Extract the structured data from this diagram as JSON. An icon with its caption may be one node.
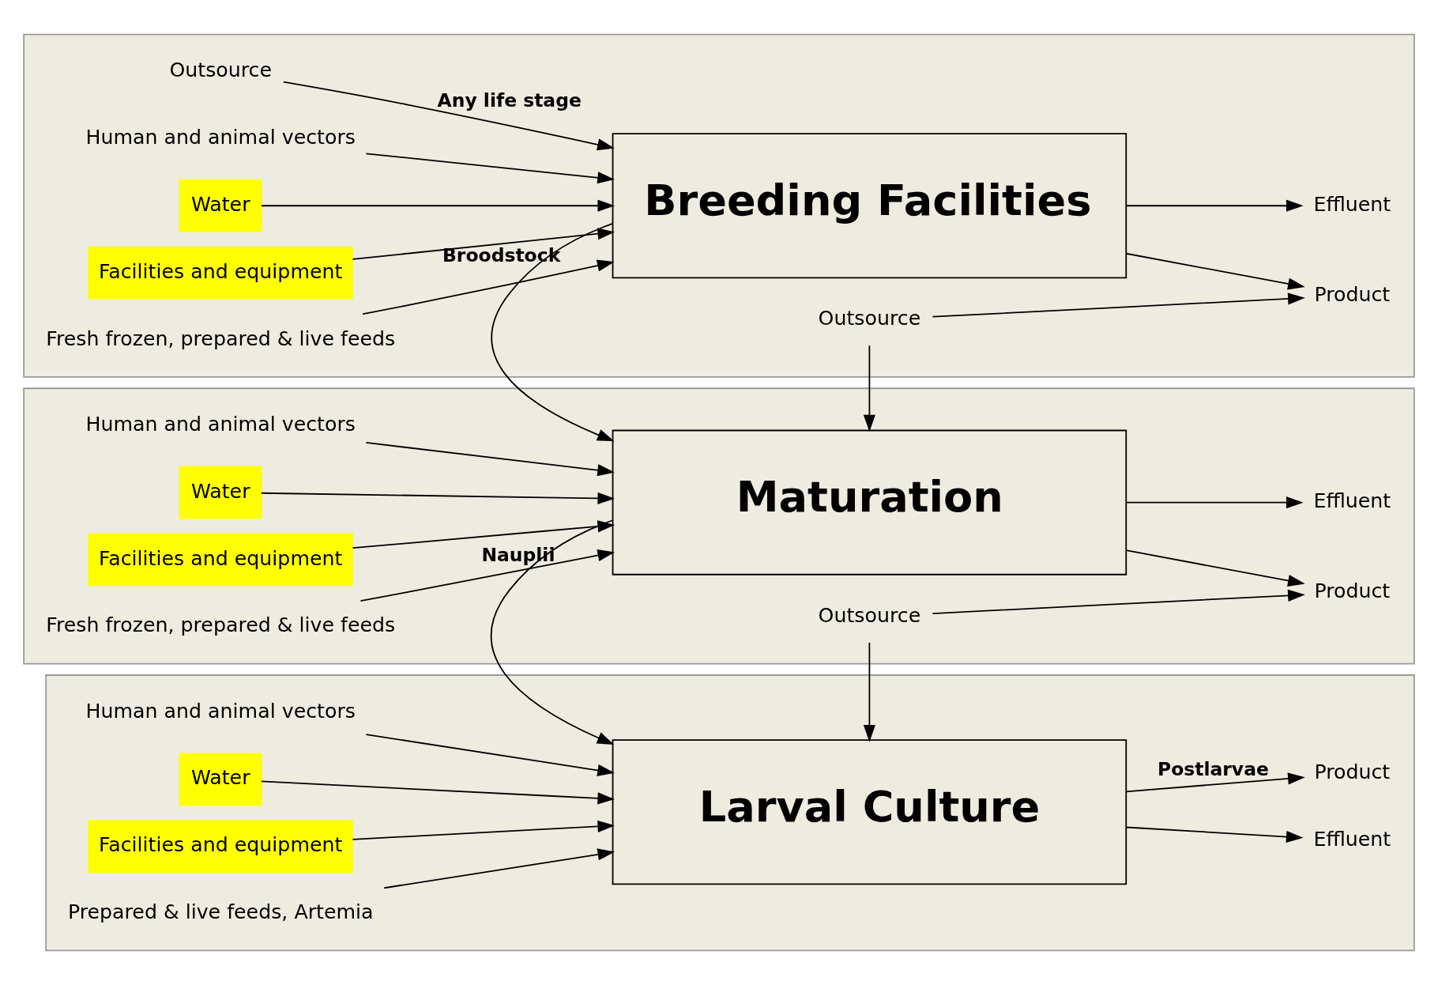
{
  "diagram": {
    "nodes": [
      {
        "text": [],
        "shape": "box"
      },
      {
        "text": [
          "Breeding Facilities"
        ],
        "in": 0
      },
      {
        "text": [
          "Outsource"
        ],
        "in": 0
      },
      {
        "text": [
          "Human and animal vectors"
        ],
        "in": 0
      },
      {
        "text": [
          "Water"
        ],
        "in": 0
      },
      {
        "text": [
          "Facilities and equipment"
        ],
        "in": 0
      },
      {
        "text": [
          "Fresh frozen, prepared & live feeds"
        ],
        "in": 0
      },
      {
        "text": [
          "Effluent"
        ],
        "in": 0
      },
      {
        "text": [
          "Outsource"
        ],
        "in": 0
      },
      {
        "text": [
          "Product"
        ],
        "in": 0
      },
      {
        "text": [],
        "shape": "box"
      },
      {
        "text": [
          "Maturation"
        ],
        "in": 10
      },
      {
        "text": [
          "Human and animal vectors"
        ],
        "in": 10
      },
      {
        "text": [
          "Water"
        ],
        "in": 10
      },
      {
        "text": [
          "Facilities and equipment"
        ],
        "in": 10
      },
      {
        "text": [
          "Fresh frozen, prepared & live feeds"
        ],
        "in": 10
      },
      {
        "text": [
          "Effluent"
        ],
        "in": 10
      },
      {
        "text": [
          "Outsource"
        ],
        "in": 10
      },
      {
        "text": [
          "Product"
        ],
        "in": 10
      },
      {
        "text": [],
        "shape": "box"
      },
      {
        "text": [
          "Larval Culture"
        ],
        "in": 19
      },
      {
        "text": [
          "Human and animal vectors"
        ],
        "in": 19
      },
      {
        "text": [
          "Water"
        ],
        "in": 19
      },
      {
        "text": [
          "Facilities and equipment"
        ],
        "in": 19
      },
      {
        "text": [
          "Prepared & live feeds, Artemia"
        ],
        "in": 19
      },
      {
        "text": [
          "Effluent"
        ],
        "in": 19
      },
      {
        "text": [
          "Product"
        ],
        "in": 19
      }
    ],
    "edges": [
      {
        "from": 2,
        "to": 1,
        "arrow": "to",
        "label": "Any life stage"
      },
      {
        "from": 3,
        "to": 1,
        "arrow": "to"
      },
      {
        "from": 4,
        "to": 1,
        "arrow": "to"
      },
      {
        "from": 5,
        "to": 1,
        "arrow": "to"
      },
      {
        "from": 6,
        "to": 1,
        "arrow": "to"
      },
      {
        "from": 1,
        "to": 7,
        "arrow": "to"
      },
      {
        "from": 1,
        "to": 11,
        "arrow": "to",
        "label": "Broodstock"
      },
      {
        "from": 1,
        "to": 9,
        "arrow": "to"
      },
      {
        "from": 8,
        "to": 11,
        "arrow": "to"
      },
      {
        "from": 8,
        "to": 9,
        "arrow": "to"
      },
      {
        "from": 12,
        "to": 11,
        "arrow": "to"
      },
      {
        "from": 13,
        "to": 11,
        "arrow": "to"
      },
      {
        "from": 14,
        "to": 11,
        "arrow": "to"
      },
      {
        "from": 15,
        "to": 11,
        "arrow": "to"
      },
      {
        "from": 11,
        "to": 16,
        "arrow": "to"
      },
      {
        "from": 11,
        "to": 20,
        "arrow": "to",
        "label": "Nauplii"
      },
      {
        "from": 11,
        "to": 18,
        "arrow": "to"
      },
      {
        "from": 17,
        "to": 20,
        "arrow": "to"
      },
      {
        "from": 17,
        "to": 18,
        "arrow": "to"
      },
      {
        "from": 21,
        "to": 20,
        "arrow": "to"
      },
      {
        "from": 22,
        "to": 20,
        "arrow": "to"
      },
      {
        "from": 23,
        "to": 20,
        "arrow": "to"
      },
      {
        "from": 24,
        "to": 20,
        "arrow": "to"
      },
      {
        "from": 20,
        "to": 25,
        "arrow": "to"
      },
      {
        "from": 20,
        "to": 26,
        "arrow": "to",
        "label": "Postlarvae"
      }
    ]
  }
}
